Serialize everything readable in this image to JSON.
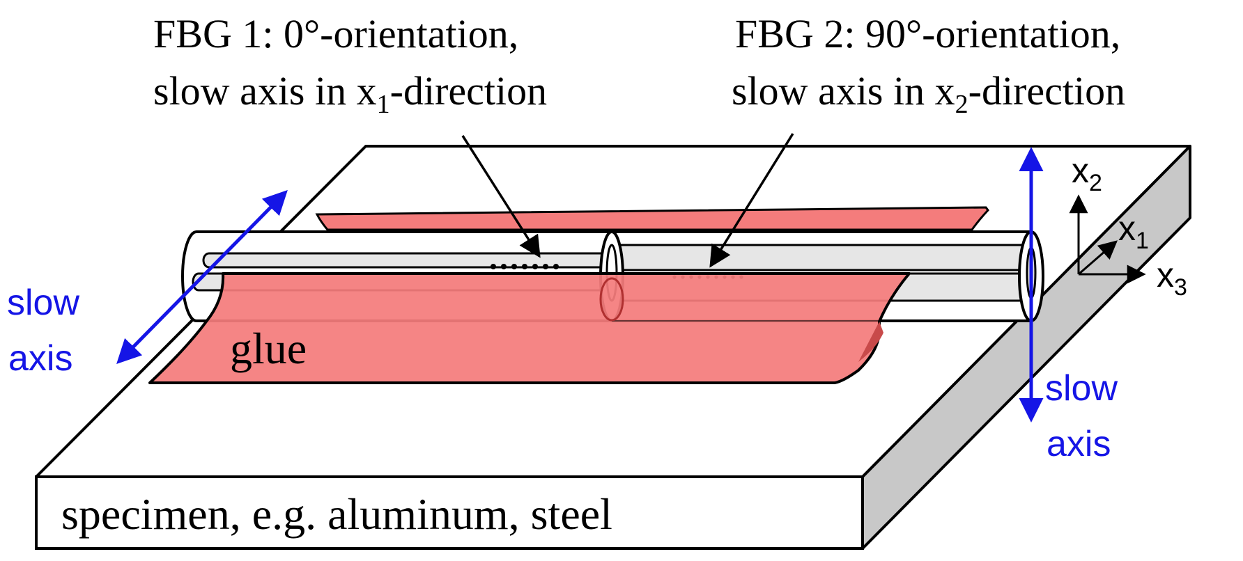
{
  "colors": {
    "outline": "#000000",
    "plate_top": "#ffffff",
    "plate_side": "#c8c8c8",
    "fiber_fill": "#e6e6e6",
    "glue_fill": "#f47c7c",
    "glue_edge": "#c84a4a",
    "axis_blue": "#1515e6"
  },
  "icons": {
    "left_slow_axis": "double-arrow-icon",
    "right_slow_axis": "double-arrow-icon",
    "coordinate_triad": "axes-icon"
  },
  "labels": {
    "fbg1_line1": "FBG 1: 0°-orientation,",
    "fbg1_line2_pre": "slow axis in x",
    "fbg1_line2_sub": "1",
    "fbg1_line2_post": "-direction",
    "fbg2_line1": "FBG 2: 90°-orientation,",
    "fbg2_line2_pre": "slow axis in x",
    "fbg2_line2_sub": "2",
    "fbg2_line2_post": "-direction",
    "left_slow": "slow",
    "left_axis": "axis",
    "right_slow": "slow",
    "right_axis": "axis",
    "glue": "glue",
    "specimen": "specimen, e.g. aluminum, steel",
    "coord_x1_base": "x",
    "coord_x1_sub": "1",
    "coord_x2_base": "x",
    "coord_x2_sub": "2",
    "coord_x3_base": "x",
    "coord_x3_sub": "3"
  }
}
